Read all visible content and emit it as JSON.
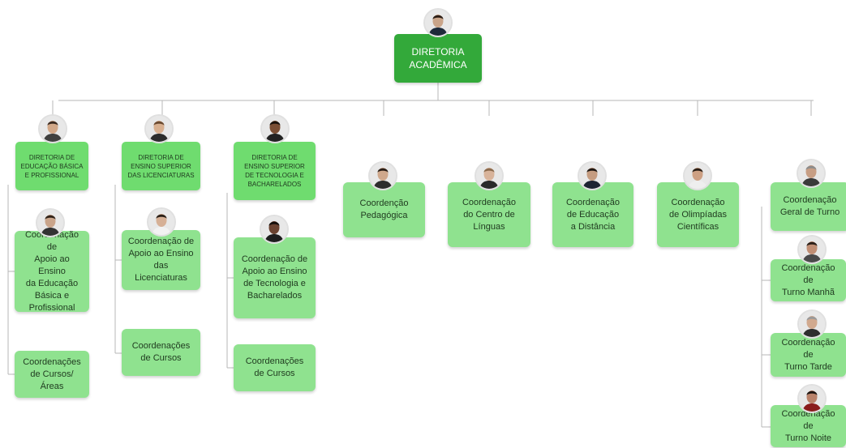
{
  "root": {
    "label": "DIRETORIA\nACADÊMICA"
  },
  "columns": [
    {
      "head": "DIRETORIA DE\nEDUCAÇÃO BÁSICA\nE PROFISSIONAL",
      "children": [
        "Coordenação  de\nApoio ao Ensino\nda Educação\nBásica e\nProfissional",
        "Coordenações\nde Cursos/Áreas"
      ]
    },
    {
      "head": "DIRETORIA DE\nENSINO SUPERIOR\nDAS LICENCIATURAS",
      "children": [
        "Coordenação de\nApoio ao Ensino\ndas Licenciaturas",
        "Coordenações\nde Cursos"
      ]
    },
    {
      "head": "DIRETORIA DE\nENSINO SUPERIOR\nDE TECNOLOGIA E\nBACHARELADOS",
      "children": [
        "Coordenação de\nApoio ao Ensino\nde Tecnologia e\nBacharelados",
        "Coordenações\nde Cursos"
      ]
    },
    {
      "head": "Coordenção\nPedagógica"
    },
    {
      "head": "Coordenação\ndo Centro de\nLínguas"
    },
    {
      "head": "Coordenação\nde Educação\na Distância"
    },
    {
      "head": "Coordenação\nde Olimpíadas\nCientíficas"
    },
    {
      "head": "Coordenação\nGeral de Turno",
      "children": [
        "Coordenação de\nTurno Manhã",
        "Coordenação de\nTurno Tarde",
        "Coordenação de\nTurno Noite"
      ]
    }
  ],
  "colors": {
    "root": "#33a93a",
    "director": "#6fdc6f",
    "coordination": "#8fe28f",
    "connector": "#b7b7b7"
  },
  "avatars": [
    {
      "icon": "person-avatar-icon",
      "skin": "#c9a489",
      "hair": "#2a1c14",
      "shirt": "#1e2a3a"
    },
    {
      "icon": "person-avatar-icon",
      "skin": "#d2a888",
      "hair": "#3a2a20",
      "shirt": "#40403f"
    },
    {
      "icon": "person-avatar-icon",
      "skin": "#d8b090",
      "hair": "#6b4a30",
      "shirt": "#2c2c2c"
    },
    {
      "icon": "person-avatar-icon",
      "skin": "#7a4e34",
      "hair": "#1a120c",
      "shirt": "#222222"
    },
    {
      "icon": "person-avatar-icon",
      "skin": "#c9a48a",
      "hair": "#302218",
      "shirt": "#333333"
    },
    {
      "icon": "person-avatar-icon",
      "skin": "#d6b096",
      "hair": "#2a2018",
      "shirt": "#f2f2f2"
    },
    {
      "icon": "person-avatar-icon",
      "skin": "#6a4230",
      "hair": "#140e0a",
      "shirt": "#1d1d1d"
    },
    {
      "icon": "person-avatar-icon",
      "skin": "#cfa88c",
      "hair": "#2a1e16",
      "shirt": "#2d2d2d"
    },
    {
      "icon": "person-avatar-icon",
      "skin": "#d8b39a",
      "hair": "#8a6a4c",
      "shirt": "#2a2a2a"
    },
    {
      "icon": "person-avatar-icon",
      "skin": "#c59c80",
      "hair": "#1f1712",
      "shirt": "#1e2432"
    },
    {
      "icon": "person-avatar-icon",
      "skin": "#cda083",
      "hair": "#2b1f16",
      "shirt": "#eeeeee"
    },
    {
      "icon": "person-avatar-icon",
      "skin": "#c79e84",
      "hair": "#8c8c8c",
      "shirt": "#3a3a3a"
    },
    {
      "icon": "person-avatar-icon",
      "skin": "#c08e74",
      "hair": "#2a1f18",
      "shirt": "#4a4a4a"
    },
    {
      "icon": "person-avatar-icon",
      "skin": "#d1a98e",
      "hair": "#9a9a9a",
      "shirt": "#2e2e2e"
    },
    {
      "icon": "person-avatar-icon",
      "skin": "#b9826a",
      "hair": "#1c1410",
      "shirt": "#8a1c1c"
    }
  ]
}
